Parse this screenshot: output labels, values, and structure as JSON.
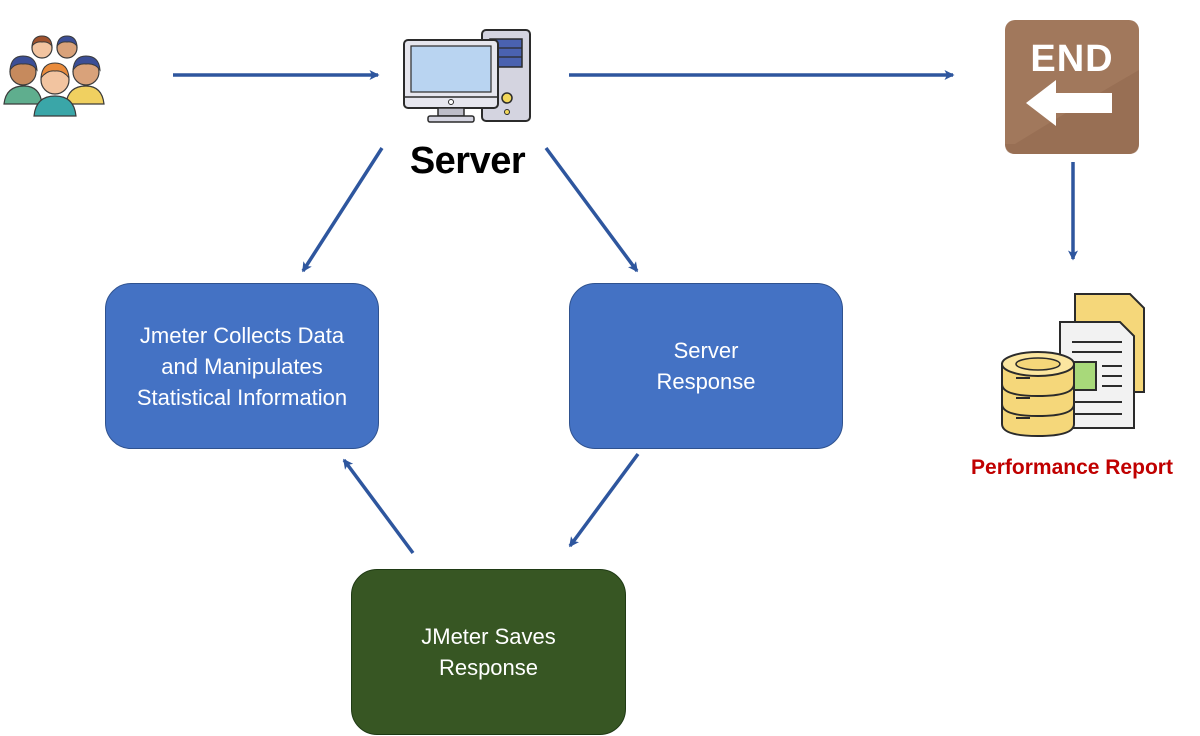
{
  "nodes": {
    "collect": {
      "label": "Jmeter Collects Data\nand Manipulates\nStatistical Information"
    },
    "response": {
      "label": "Server\nResponse"
    },
    "saves": {
      "label": "JMeter Saves\nResponse"
    }
  },
  "labels": {
    "server": "Server",
    "end": "END",
    "report": "Performance Report"
  },
  "icons": {
    "users": "users-group-icon",
    "server": "desktop-computer-icon",
    "end": "end-sign-icon",
    "report": "database-report-icon"
  },
  "colors": {
    "arrow": "#2e569e",
    "process_box": "#4472c4",
    "save_box": "#375623",
    "end_sign": "#a1785c",
    "report_label": "#c00000"
  }
}
